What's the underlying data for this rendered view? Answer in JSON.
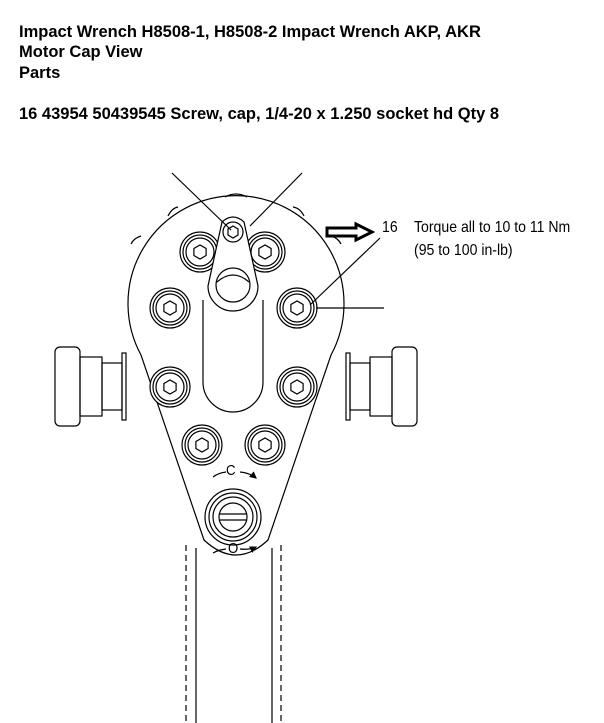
{
  "header": {
    "title": "Impact Wrench H8508-1, H8508-2 Impact Wrench AKP, AKR",
    "subtitle": "Motor Cap View",
    "section": "Parts"
  },
  "part": {
    "line": "16 43954 50439545 Screw, cap, 1/4-20 x 1.250 socket hd  Qty 8"
  },
  "diagram": {
    "callout_number": "16",
    "torque_line1": "Torque all to 10 to 11 Nm",
    "torque_line2": "(95 to 100 in-lb)",
    "selector_label_top": "C",
    "selector_label_bottom": "O"
  }
}
